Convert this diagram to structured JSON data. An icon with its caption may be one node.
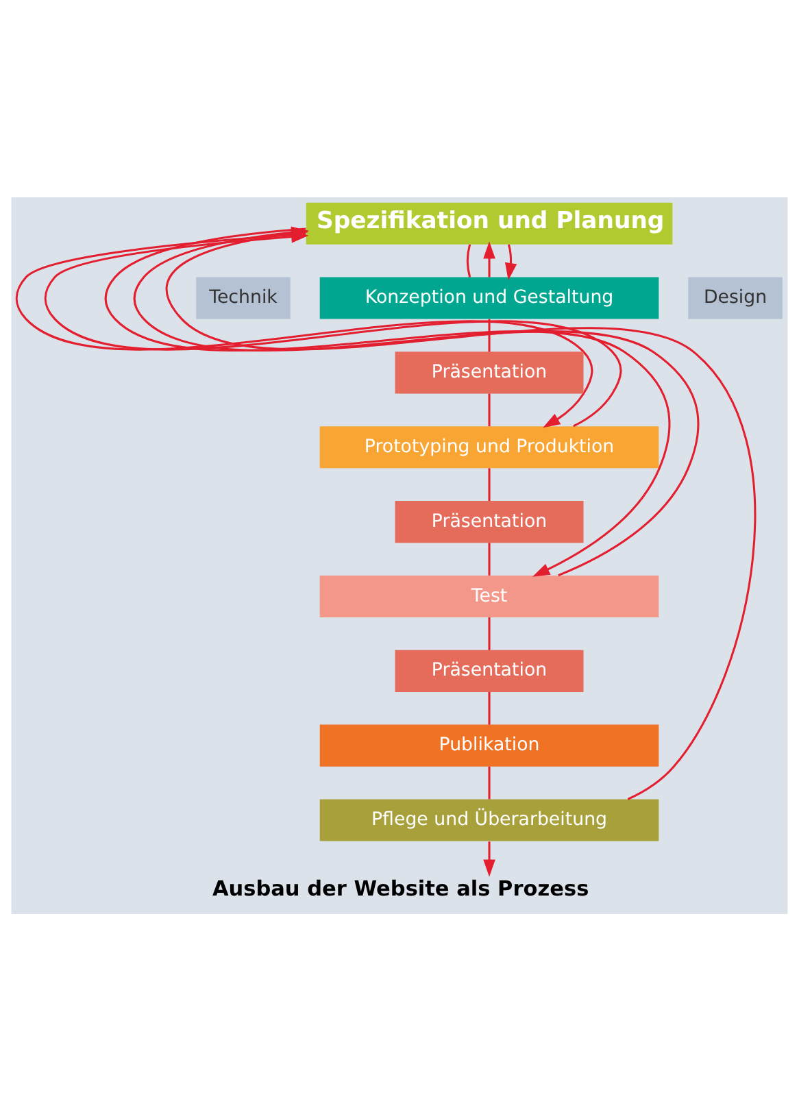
{
  "diagram": {
    "caption": "Ausbau der Website als Prozess",
    "nodes": [
      {
        "text": [
          "Spezifikation und Planung"
        ]
      },
      {
        "text": [
          "Technik"
        ]
      },
      {
        "text": [
          "Design"
        ]
      },
      {
        "text": [
          "Konzeption und Gestaltung"
        ]
      },
      {
        "text": [
          "Präsentation"
        ]
      },
      {
        "text": [
          "Prototyping und Produktion"
        ]
      },
      {
        "text": [
          "Präsentation"
        ]
      },
      {
        "text": [
          "Test"
        ]
      },
      {
        "text": [
          "Präsentation"
        ]
      },
      {
        "text": [
          "Publikation"
        ]
      },
      {
        "text": [
          "Pflege und Überarbeitung"
        ]
      }
    ],
    "edges": [
      {
        "from": 0,
        "to": 3,
        "arrow": "none"
      },
      {
        "from": 3,
        "to": 4,
        "arrow": "none"
      },
      {
        "from": 4,
        "to": 5,
        "arrow": "none"
      },
      {
        "from": 5,
        "to": 6,
        "arrow": "none"
      },
      {
        "from": 6,
        "to": 7,
        "arrow": "none"
      },
      {
        "from": 7,
        "to": 8,
        "arrow": "none"
      },
      {
        "from": 8,
        "to": 9,
        "arrow": "none"
      },
      {
        "from": 9,
        "to": 10,
        "arrow": "none"
      },
      {
        "from": 10,
        "to": null,
        "arrow": "to"
      },
      {
        "from": 3,
        "to": 0,
        "arrow": "to"
      },
      {
        "from": 5,
        "to": 0,
        "arrow": "to"
      },
      {
        "from": 7,
        "to": 0,
        "arrow": "to"
      },
      {
        "from": 0,
        "to": 3,
        "arrow": "to"
      },
      {
        "from": 0,
        "to": 5,
        "arrow": "to"
      },
      {
        "from": 0,
        "to": 7,
        "arrow": "to"
      },
      {
        "from": 10,
        "to": 0,
        "arrow": "to"
      }
    ]
  }
}
